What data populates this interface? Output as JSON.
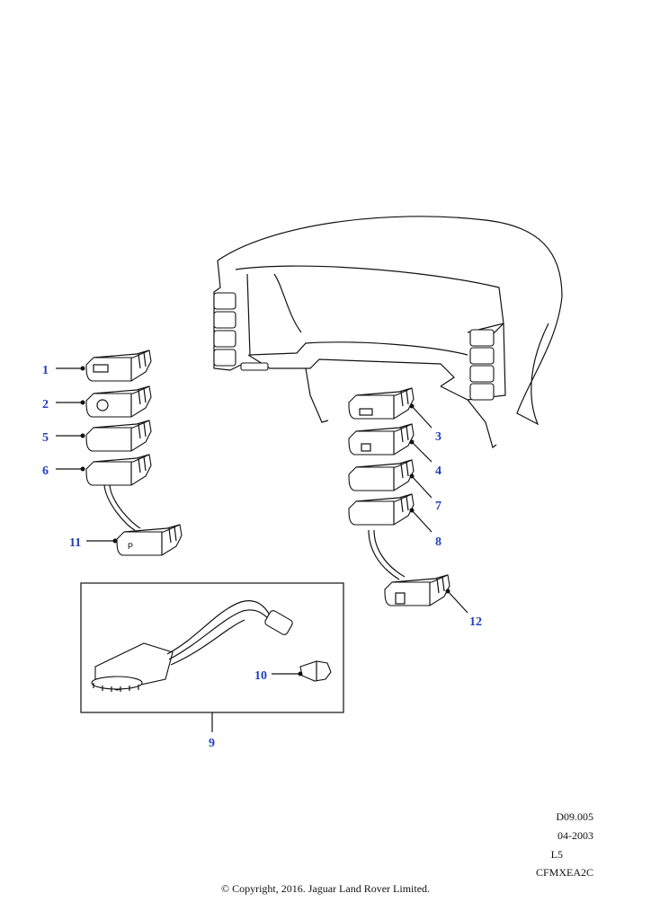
{
  "callouts": [
    {
      "id": "1",
      "label": "1"
    },
    {
      "id": "2",
      "label": "2"
    },
    {
      "id": "3",
      "label": "3"
    },
    {
      "id": "4",
      "label": "4"
    },
    {
      "id": "5",
      "label": "5"
    },
    {
      "id": "6",
      "label": "6"
    },
    {
      "id": "7",
      "label": "7"
    },
    {
      "id": "8",
      "label": "8"
    },
    {
      "id": "9",
      "label": "9"
    },
    {
      "id": "10",
      "label": "10"
    },
    {
      "id": "11",
      "label": "11"
    },
    {
      "id": "12",
      "label": "12"
    }
  ],
  "meta": {
    "ref": "D09.005",
    "date": "04-2003",
    "level": "L5",
    "code": "CFMXEA2C"
  },
  "copyright": "© Copyright, 2016. Jaguar Land Rover Limited.",
  "colors": {
    "callout": "#1f3fbf",
    "line": "#111111"
  }
}
